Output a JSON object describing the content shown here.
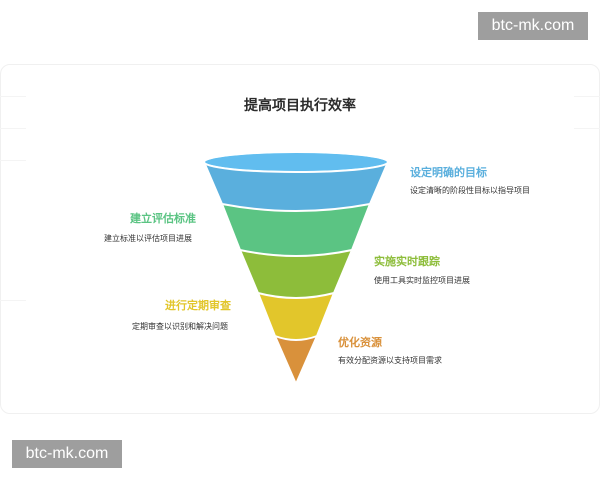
{
  "title": "提高项目执行效率",
  "watermark": "btc-mk.com",
  "stages": [
    {
      "label": "设定明确的目标",
      "description": "设定清晰的阶段性目标以指导项目",
      "color": "#5aafdd",
      "side": "right"
    },
    {
      "label": "建立评估标准",
      "description": "建立标准以评估项目进展",
      "color": "#5bc483",
      "side": "left"
    },
    {
      "label": "实施实时跟踪",
      "description": "使用工具实时监控项目进展",
      "color": "#8dbd3a",
      "side": "right"
    },
    {
      "label": "进行定期审查",
      "description": "定期审查以识别和解决问题",
      "color": "#e2c62b",
      "side": "left"
    },
    {
      "label": "优化资源",
      "description": "有效分配资源以支持项目需求",
      "color": "#d9913b",
      "side": "right"
    }
  ]
}
